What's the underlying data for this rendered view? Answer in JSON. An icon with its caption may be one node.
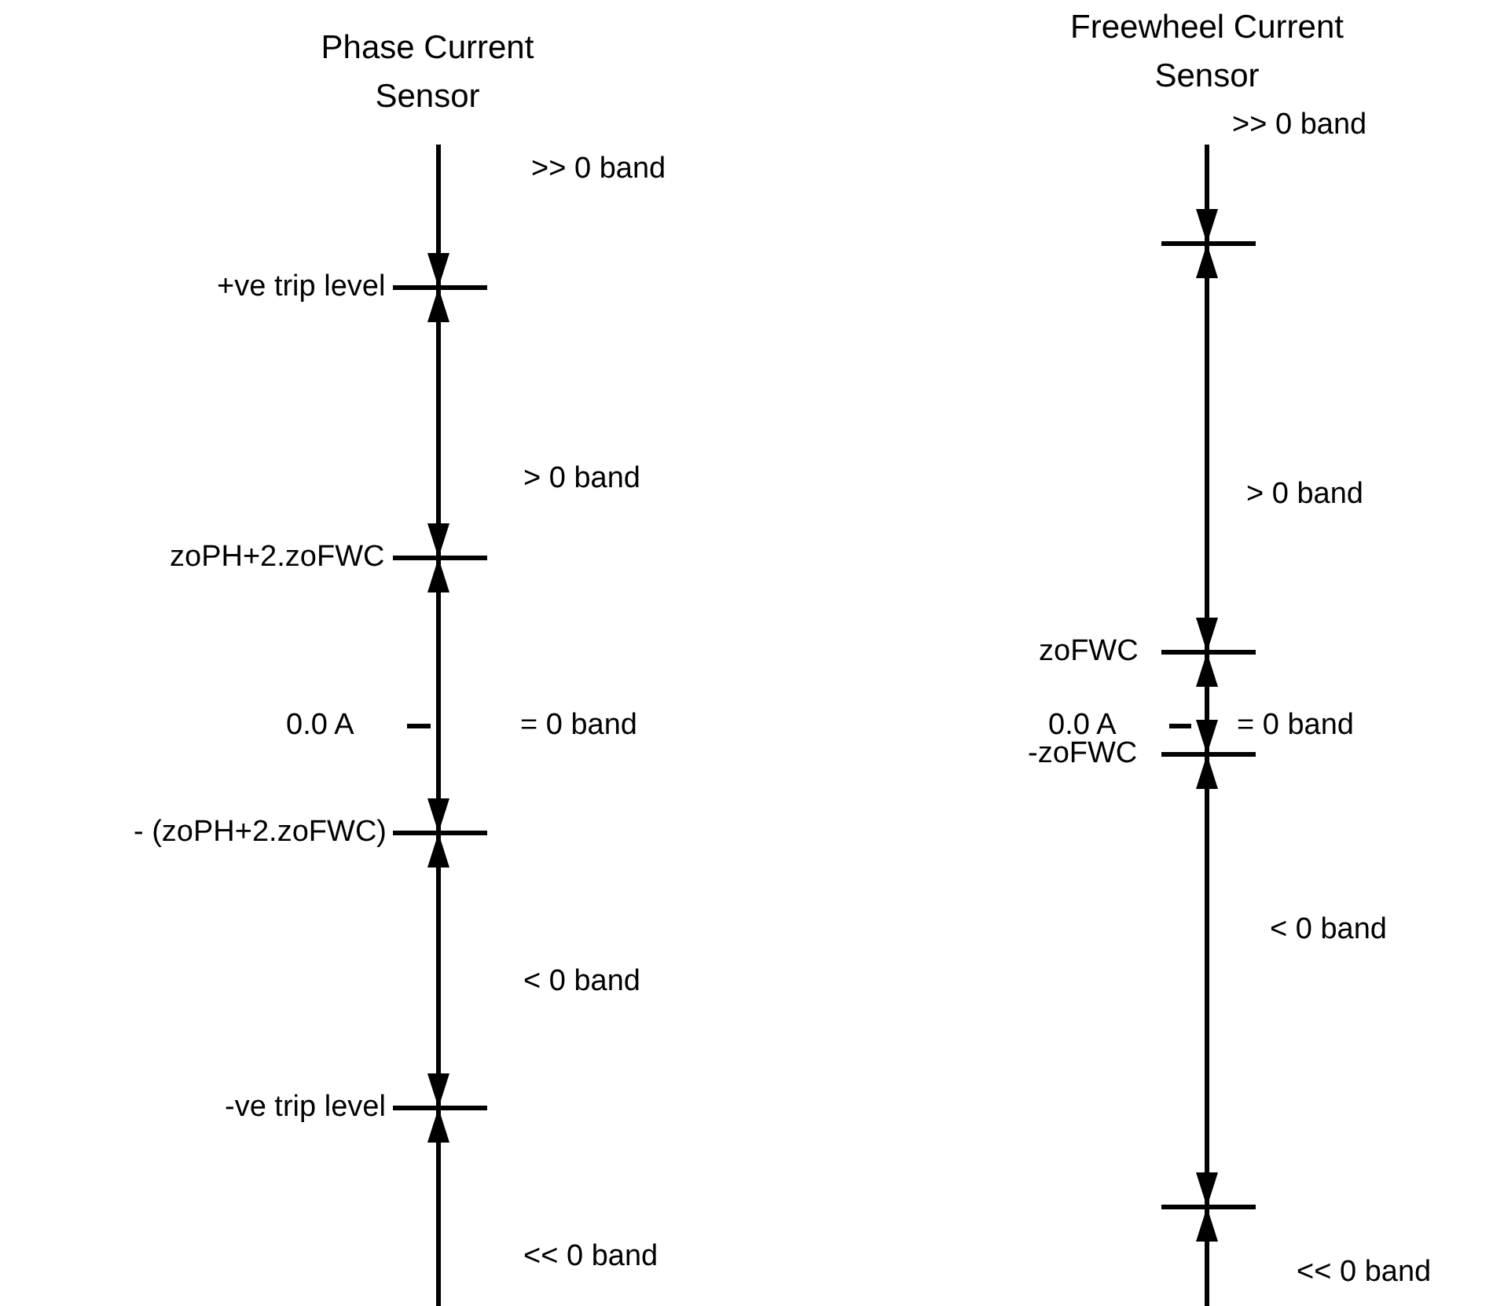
{
  "diagram": {
    "labels": [
      "Phase Current Sensor",
      "Freewheel Current Sensor",
      ">> 0 band",
      "+ve trip level",
      "> 0 band",
      "zoPH+2.zoFWC",
      "0.0 A",
      "= 0 band",
      "- (zoPH+2.zoFWC)",
      "< 0 band",
      "-ve trip level",
      "<< 0 band",
      ">> 0 band",
      "> 0 band",
      "zoFWC",
      "0.0 A",
      "= 0 band",
      "-zoFWC",
      "< 0 band",
      "<< 0 band"
    ]
  }
}
